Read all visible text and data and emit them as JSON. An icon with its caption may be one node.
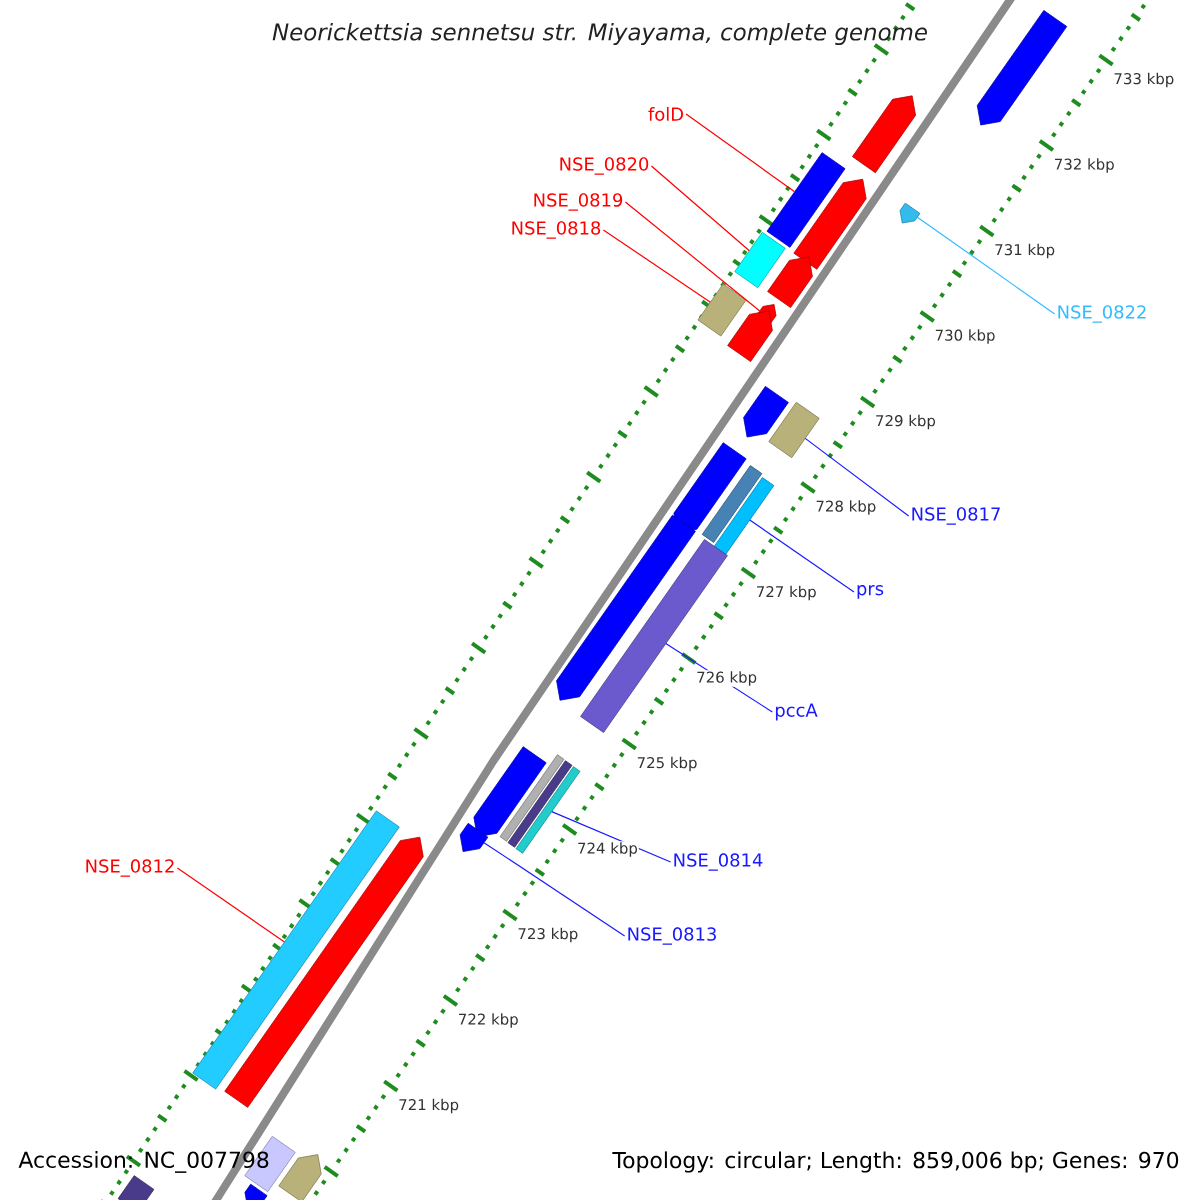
{
  "diagram": {
    "title": "Neorickettsia sennetsu str. Miyayama, complete genome",
    "nodes": [
      {
        "text": [],
        "shape": "arrow"
      },
      {
        "text": [],
        "shape": "arrow"
      },
      {
        "text": [],
        "shape": "box"
      },
      {
        "text": [],
        "shape": "arrow"
      },
      {
        "text": [],
        "shape": "arrow"
      },
      {
        "text": [],
        "shape": "box"
      },
      {
        "text": [],
        "shape": "arrow"
      },
      {
        "text": [],
        "shape": "arrow"
      },
      {
        "text": [],
        "shape": "box"
      },
      {
        "text": [],
        "shape": "arrow"
      },
      {
        "text": [],
        "shape": "arrow"
      },
      {
        "text": [],
        "shape": "box"
      },
      {
        "text": [],
        "shape": "arrow"
      },
      {
        "text": [],
        "shape": "box"
      },
      {
        "text": [],
        "shape": "box"
      },
      {
        "text": [],
        "shape": "arrow"
      },
      {
        "text": [],
        "shape": "box"
      },
      {
        "text": [],
        "shape": "arrow"
      },
      {
        "text": [],
        "shape": "box"
      },
      {
        "text": [],
        "shape": "box"
      },
      {
        "text": [],
        "shape": "box"
      },
      {
        "text": [],
        "shape": "arrow"
      },
      {
        "text": [],
        "shape": "box"
      },
      {
        "text": [],
        "shape": "arrow"
      },
      {
        "text": [],
        "shape": "box"
      },
      {
        "text": [],
        "shape": "arrow"
      },
      {
        "text": [],
        "shape": "arrow"
      },
      {
        "text": [],
        "shape": "box"
      },
      {
        "text": [
          "folD"
        ]
      },
      {
        "text": [
          "NSE_0820"
        ]
      },
      {
        "text": [
          "NSE_0819"
        ]
      },
      {
        "text": [
          "NSE_0818"
        ]
      },
      {
        "text": [
          "NSE_0822"
        ]
      },
      {
        "text": [
          "NSE_0817"
        ]
      },
      {
        "text": [
          "prs"
        ]
      },
      {
        "text": [
          "pccA"
        ]
      },
      {
        "text": [
          "NSE_0814"
        ]
      },
      {
        "text": [
          "NSE_0813"
        ]
      },
      {
        "text": [
          "NSE_0812"
        ]
      }
    ],
    "edges": [
      {
        "from": 28,
        "to": 2,
        "arrow": "none"
      },
      {
        "from": 29,
        "to": 5,
        "arrow": "none"
      },
      {
        "from": 30,
        "to": 7,
        "arrow": "none"
      },
      {
        "from": 31,
        "to": 8,
        "arrow": "none"
      },
      {
        "from": 32,
        "to": 4,
        "arrow": "none",
        "color": "#33bbff"
      },
      {
        "from": 33,
        "to": 11,
        "arrow": "none",
        "color": "#1a1aff"
      },
      {
        "from": 34,
        "to": 14,
        "arrow": "none",
        "color": "#1a1aff"
      },
      {
        "from": 35,
        "to": 16,
        "arrow": "none",
        "color": "#1a1aff"
      },
      {
        "from": 36,
        "to": 20,
        "arrow": "none",
        "color": "#1a1aff"
      },
      {
        "from": 37,
        "to": 21,
        "arrow": "none",
        "color": "#1a1aff"
      },
      {
        "from": 38,
        "to": 22,
        "arrow": "none"
      }
    ],
    "labels": [
      "733 kbp",
      "732 kbp",
      "731 kbp",
      "730 kbp",
      "729 kbp",
      "728 kbp",
      "727 kbp",
      "726 kbp",
      "725 kbp",
      "724 kbp",
      "723 kbp",
      "722 kbp",
      "721 kbp",
      "Accession: NC_007798",
      "Topology: circular; Length: 859,006 bp; Genes: 970"
    ]
  }
}
